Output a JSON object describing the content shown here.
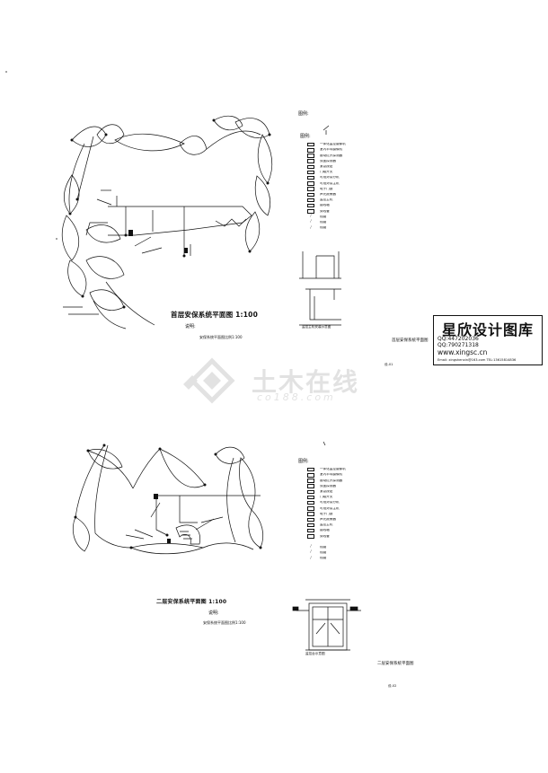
{
  "sheet1": {
    "plan_title": "首层安保系统平面图 1:100",
    "note": "说明:",
    "note_line": "安保系统平面图比例1:100",
    "legend_header": "图例:",
    "legend_section": "图例:",
    "detail_caption": "监控主机安装示意图",
    "sheet_title": "首层安保系统平面图",
    "sheet_number": "设-01",
    "legend": [
      {
        "sym": "",
        "label": "一体化监控摄像机",
        "spec": ""
      },
      {
        "sym": "",
        "label": "室内半球摄像机",
        "spec": ""
      },
      {
        "sym": "",
        "label": "被动红外探测器",
        "spec": ""
      },
      {
        "sym": "",
        "label": "双鉴探测器",
        "spec": ""
      },
      {
        "sym": "",
        "label": "紧急按钮",
        "spec": ""
      },
      {
        "sym": "",
        "label": "门磁开关",
        "spec": ""
      },
      {
        "sym": "",
        "label": "可视对讲分机",
        "spec": ""
      },
      {
        "sym": "",
        "label": "可视对讲主机",
        "spec": ""
      },
      {
        "sym": "",
        "label": "电子门锁",
        "spec": ""
      },
      {
        "sym": "",
        "label": "声光报警器",
        "spec": ""
      },
      {
        "sym": "",
        "label": "监控主机",
        "spec": ""
      },
      {
        "sym": "",
        "label": "接线箱",
        "spec": ""
      },
      {
        "sym": "",
        "label": "穿线管",
        "spec": ""
      }
    ],
    "legend_extra": [
      "线路",
      "线路",
      "线路"
    ]
  },
  "sheet2": {
    "plan_title": "二层安保系统平面图 1:100",
    "note": "说明:",
    "note_line": "安保系统平面图比例1:100",
    "legend_header": "图例:",
    "detail_caption": "监控台示意图",
    "sheet_title": "二层安保系统平面图",
    "sheet_number": "设-02",
    "legend": [
      {
        "sym": "",
        "label": "一体化监控摄像机",
        "spec": ""
      },
      {
        "sym": "",
        "label": "室内半球摄像机",
        "spec": ""
      },
      {
        "sym": "",
        "label": "被动红外探测器",
        "spec": ""
      },
      {
        "sym": "",
        "label": "双鉴探测器",
        "spec": ""
      },
      {
        "sym": "",
        "label": "紧急按钮",
        "spec": ""
      },
      {
        "sym": "",
        "label": "门磁开关",
        "spec": ""
      },
      {
        "sym": "",
        "label": "可视对讲分机",
        "spec": ""
      },
      {
        "sym": "",
        "label": "可视对讲主机",
        "spec": ""
      },
      {
        "sym": "",
        "label": "电子门锁",
        "spec": ""
      },
      {
        "sym": "",
        "label": "声光报警器",
        "spec": ""
      },
      {
        "sym": "",
        "label": "监控主机",
        "spec": ""
      },
      {
        "sym": "",
        "label": "接线箱",
        "spec": ""
      },
      {
        "sym": "",
        "label": "穿线管",
        "spec": ""
      }
    ],
    "legend_extra": [
      "线路",
      "线路",
      "线路"
    ]
  },
  "stamp": {
    "brand": "星欣设计图库",
    "qq1": "QQ:447202036",
    "qq2": "QQ:790271318",
    "site": "www.xingsc.cn",
    "contact": "Email: xingshenxin@163.com TEL:13615814836"
  },
  "watermark": {
    "main": "土木在线",
    "sub": "co188.com"
  },
  "colors": {
    "line": "#111111",
    "watermark": "#666666"
  }
}
